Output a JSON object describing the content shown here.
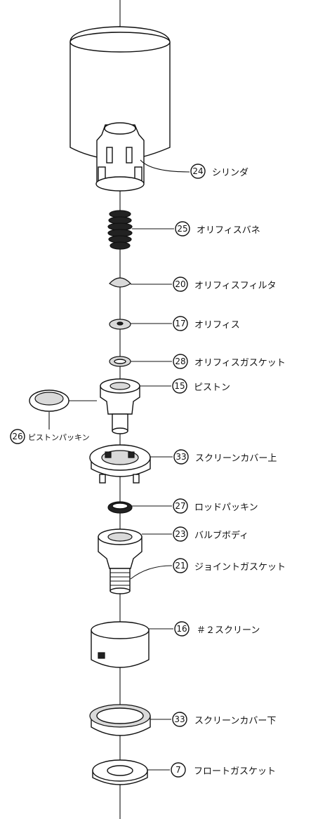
{
  "callouts": [
    {
      "number": "24",
      "label": "シリンダ"
    },
    {
      "number": "25",
      "label": "オリフィスバネ"
    },
    {
      "number": "20",
      "label": "オリフィスフィルタ"
    },
    {
      "number": "17",
      "label": "オリフィス"
    },
    {
      "number": "28",
      "label": "オリフィスガスケット"
    },
    {
      "number": "15",
      "label": "ピストン"
    },
    {
      "number": "26",
      "label": "ピストンパッキン"
    },
    {
      "number": "33",
      "label": "スクリーンカバー上"
    },
    {
      "number": "27",
      "label": "ロッドパッキン"
    },
    {
      "number": "23",
      "label": "バルブボディ"
    },
    {
      "number": "21",
      "label": "ジョイントガスケット"
    },
    {
      "number": "16",
      "label": "＃２スクリーン"
    },
    {
      "number": "33",
      "label": "スクリーンカバー下"
    },
    {
      "number": "7",
      "label": "フロートガスケット"
    }
  ]
}
